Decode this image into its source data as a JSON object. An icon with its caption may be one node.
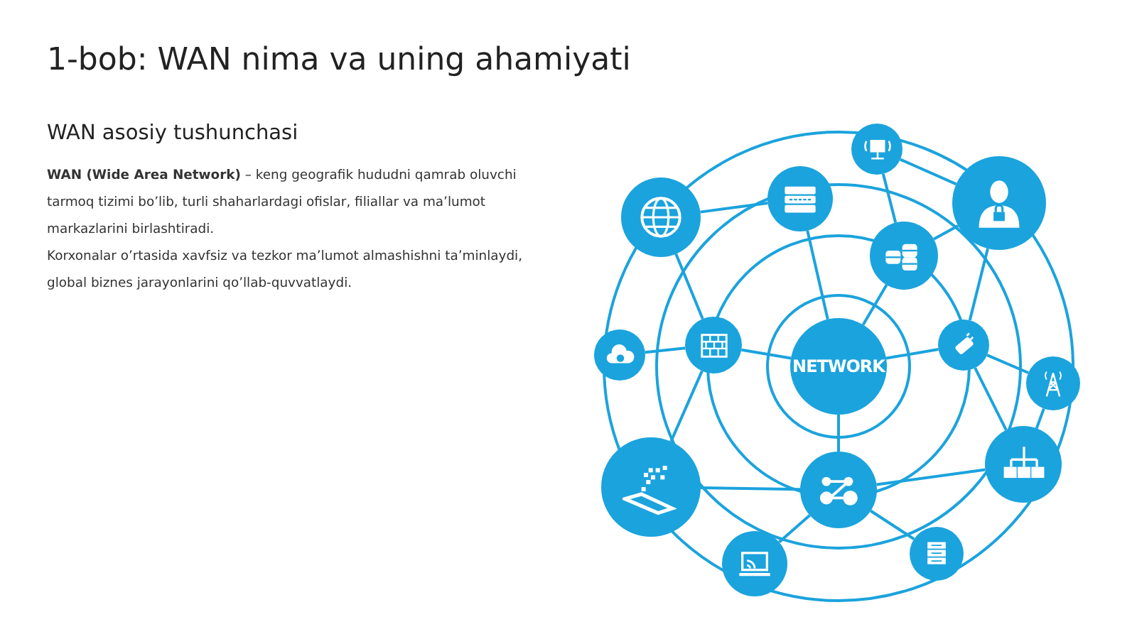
{
  "diagram": {
    "title": "1-bob: WAN nima va uning ahamiyati",
    "nodes": [
      {
        "text": [
          "NETWORK"
        ]
      },
      {
        "text": [],
        "shape": "circle"
      },
      {
        "text": [],
        "shape": "circle"
      },
      {
        "text": [],
        "shape": "circle"
      },
      {
        "text": [],
        "shape": "circle"
      },
      {
        "text": [],
        "shape": "circle"
      },
      {
        "text": [],
        "shape": "circle"
      },
      {
        "text": [],
        "shape": "circle"
      },
      {
        "text": [],
        "shape": "circle"
      },
      {
        "text": [],
        "shape": "circle"
      },
      {
        "text": [],
        "shape": "circle"
      },
      {
        "text": [],
        "shape": "circle"
      },
      {
        "text": [],
        "shape": "circle"
      },
      {
        "text": [],
        "shape": "circle"
      },
      {
        "text": [],
        "shape": "circle"
      }
    ],
    "edges": [
      {
        "from": 0,
        "to": 2,
        "arrow": "none"
      },
      {
        "from": 0,
        "to": 5,
        "arrow": "none"
      },
      {
        "from": 0,
        "to": 7,
        "arrow": "none"
      },
      {
        "from": 0,
        "to": 8,
        "arrow": "none"
      },
      {
        "from": 0,
        "to": 11,
        "arrow": "none"
      },
      {
        "from": 1,
        "to": 2,
        "arrow": "none"
      },
      {
        "from": 1,
        "to": 7,
        "arrow": "none"
      },
      {
        "from": 3,
        "to": 5,
        "arrow": "none"
      },
      {
        "from": 3,
        "to": 4,
        "arrow": "none"
      },
      {
        "from": 4,
        "to": 5,
        "arrow": "none"
      },
      {
        "from": 4,
        "to": 8,
        "arrow": "none"
      },
      {
        "from": 6,
        "to": 7,
        "arrow": "none"
      },
      {
        "from": 7,
        "to": 10,
        "arrow": "none"
      },
      {
        "from": 8,
        "to": 9,
        "arrow": "none"
      },
      {
        "from": 8,
        "to": 12,
        "arrow": "none"
      },
      {
        "from": 9,
        "to": 12,
        "arrow": "none"
      },
      {
        "from": 10,
        "to": 11,
        "arrow": "none"
      },
      {
        "from": 11,
        "to": 12,
        "arrow": "none"
      },
      {
        "from": 11,
        "to": 13,
        "arrow": "none"
      },
      {
        "from": 11,
        "to": 14,
        "arrow": "none"
      }
    ],
    "labels": [
      "WAN asosiy tushunchasi",
      "**WAN (Wide Area Network)** – keng geografik hududni qamrab oluvchi tarmoq tizimi bo’lib, turli shaharlardagi ofislar, filiallar va ma’lumot markazlarini birlashtiradi.",
      "Korxonalar o’rtasida xavfsiz va tezkor ma’lumot almashishni ta’minlaydi, global biznes jarayonlarini qo’llab-quvvatlaydi."
    ]
  }
}
